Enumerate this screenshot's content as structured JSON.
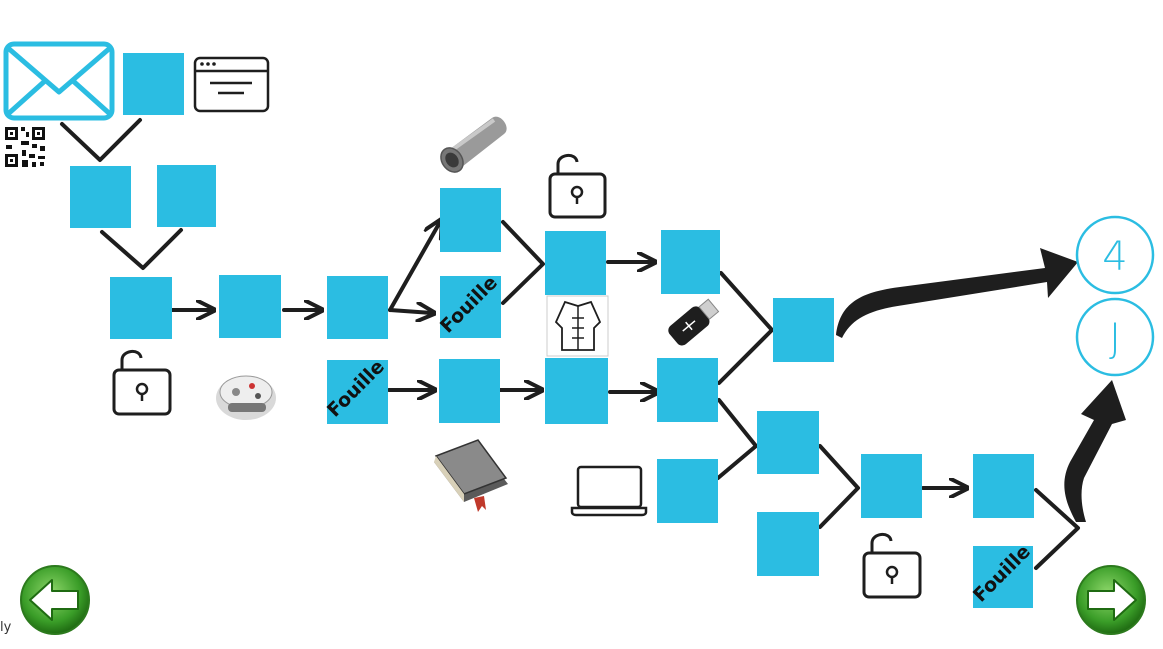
{
  "diagram": {
    "search_tag": "Fouille",
    "endpoints": {
      "number": "4",
      "letter": "J"
    },
    "footer_text": "ly"
  },
  "icons": {
    "envelope": "envelope-icon",
    "web_page": "browser-window-icon",
    "qr_code": "qr-code-icon",
    "padlock": "padlock-icon",
    "robot": "robot-icon",
    "pipe": "pipe-icon",
    "coat": "coat-icon",
    "usb_key": "usb-key-icon",
    "book": "book-icon",
    "laptop": "laptop-icon"
  },
  "colors": {
    "box": "#2bbde2",
    "arrows": "#1e1e1e",
    "nav_button": "#3a9d28"
  }
}
